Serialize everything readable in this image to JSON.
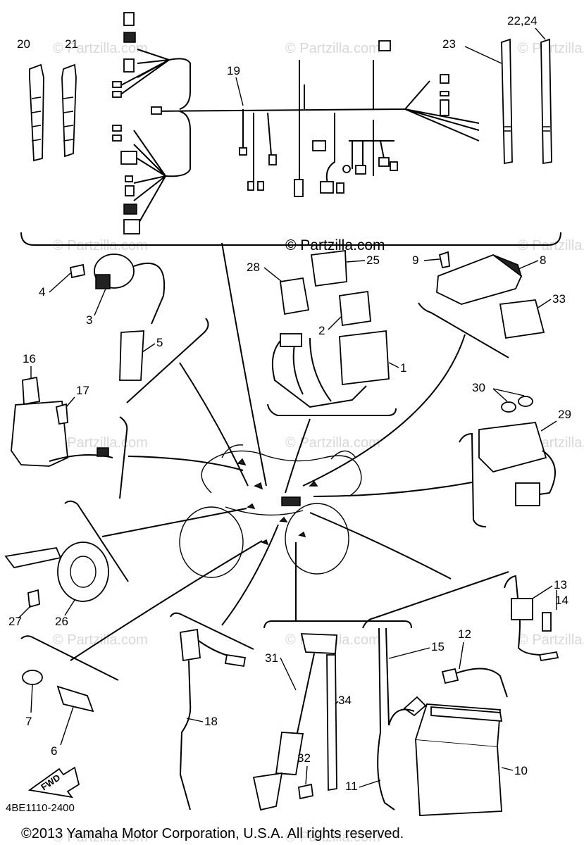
{
  "watermark": "© Partzilla.com",
  "diagram_code": "4BE1110-2400",
  "copyright": "©2013 Yamaha Motor Corporation, U.S.A. All rights reserved.",
  "fwd_label": "FWD",
  "callouts": {
    "c1": "1",
    "c2": "2",
    "c3": "3",
    "c4": "4",
    "c5": "5",
    "c6": "6",
    "c7": "7",
    "c8": "8",
    "c9": "9",
    "c10": "10",
    "c11": "11",
    "c12": "12",
    "c13": "13",
    "c14": "14",
    "c15": "15",
    "c16": "16",
    "c17": "17",
    "c18": "18",
    "c19": "19",
    "c20": "20",
    "c21": "21",
    "c22_24": "22,24",
    "c23": "23",
    "c25": "25",
    "c26": "26",
    "c27": "27",
    "c28": "28",
    "c29": "29",
    "c30": "30",
    "c31": "31",
    "c32": "32",
    "c33": "33",
    "c34": "34"
  }
}
